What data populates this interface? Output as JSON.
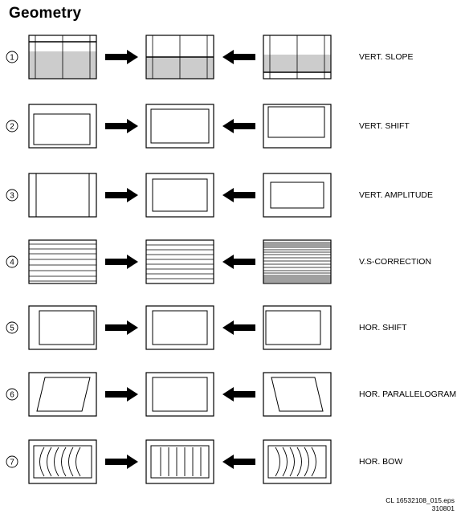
{
  "title": "Geometry",
  "rows": [
    {
      "number": "1",
      "label": "VERT. SLOPE",
      "icon": "vertical-slope-icon"
    },
    {
      "number": "2",
      "label": "VERT. SHIFT",
      "icon": "vertical-shift-icon"
    },
    {
      "number": "3",
      "label": "VERT. AMPLITUDE",
      "icon": "vertical-amplitude-icon"
    },
    {
      "number": "4",
      "label": "V.S-CORRECTION",
      "icon": "vs-correction-icon"
    },
    {
      "number": "5",
      "label": "HOR. SHIFT",
      "icon": "horizontal-shift-icon"
    },
    {
      "number": "6",
      "label": "HOR. PARALLELOGRAM",
      "icon": "horizontal-parallelogram-icon"
    },
    {
      "number": "7",
      "label": "HOR. BOW",
      "icon": "horizontal-bow-icon"
    }
  ],
  "footer": {
    "code": "CL 16532108_015.eps",
    "date": "310801"
  },
  "colors": {
    "ink": "#000000",
    "shade": "#cccccc"
  }
}
